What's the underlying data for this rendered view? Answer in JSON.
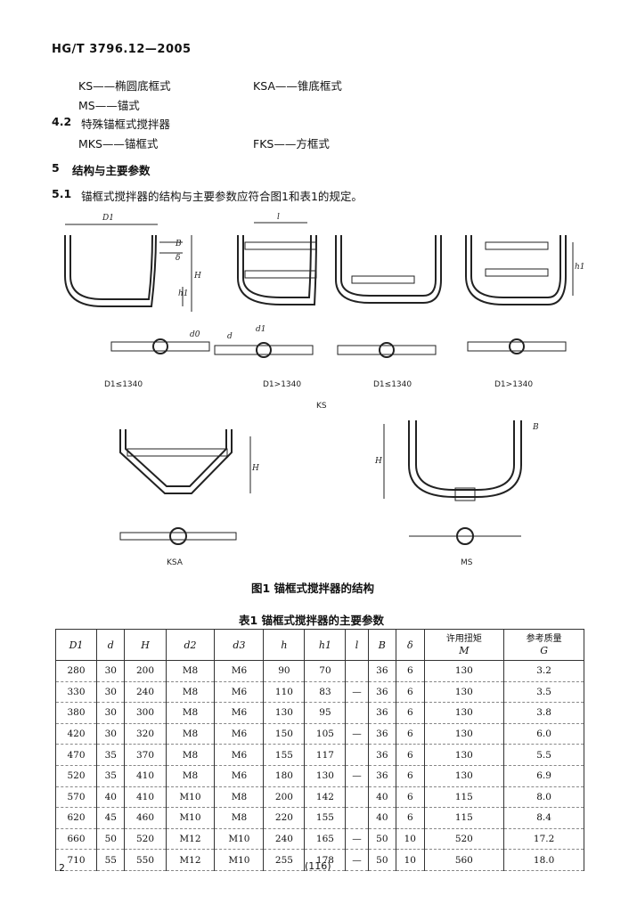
{
  "header": {
    "standard": "HG/T 3796.12—2005"
  },
  "types": {
    "ks": "KS——椭圆底框式",
    "ksa": "KSA——锥底框式",
    "ms": "MS——锚式"
  },
  "section_4_2": {
    "number": "4.2",
    "title": "特殊锚框式搅拌器",
    "mks": "MKS——锚框式",
    "fks": "FKS——方框式"
  },
  "section_5": {
    "number": "5",
    "title": "结构与主要参数"
  },
  "section_5_1": {
    "number": "5.1",
    "text": "锚框式搅拌器的结构与主要参数应符合图1和表1的规定。"
  },
  "figure": {
    "labels": {
      "d1": "D1",
      "l": "l",
      "h": "H",
      "h1": "h1",
      "b": "B",
      "delta": "δ",
      "d": "d",
      "d0": "d0",
      "d1s": "d1"
    },
    "subcaptions": [
      "D1≤1340",
      "D1>1340",
      "D1≤1340",
      "D1>1340"
    ],
    "group_ks": "KS",
    "group_ksa": "KSA",
    "group_ms": "MS",
    "caption": "图1   锚框式搅拌器的结构"
  },
  "table": {
    "caption": "表1   锚框式搅拌器的主要参数",
    "headers": [
      "D1",
      "d",
      "H",
      "d2",
      "d3",
      "h",
      "h1",
      "l",
      "B",
      "δ"
    ],
    "header_torque": {
      "line1": "许用扭矩",
      "line2": "M"
    },
    "header_mass": {
      "line1": "参考质量",
      "line2": "G"
    },
    "rows": [
      [
        "280",
        "30",
        "200",
        "M8",
        "M6",
        "90",
        "70",
        "",
        "36",
        "6",
        "130",
        "3.2"
      ],
      [
        "330",
        "30",
        "240",
        "M8",
        "M6",
        "110",
        "83",
        "—",
        "36",
        "6",
        "130",
        "3.5"
      ],
      [
        "380",
        "30",
        "300",
        "M8",
        "M6",
        "130",
        "95",
        "",
        "36",
        "6",
        "130",
        "3.8"
      ],
      [
        "420",
        "30",
        "320",
        "M8",
        "M6",
        "150",
        "105",
        "—",
        "36",
        "6",
        "130",
        "6.0"
      ],
      [
        "470",
        "35",
        "370",
        "M8",
        "M6",
        "155",
        "117",
        "",
        "36",
        "6",
        "130",
        "5.5"
      ],
      [
        "520",
        "35",
        "410",
        "M8",
        "M6",
        "180",
        "130",
        "—",
        "36",
        "6",
        "130",
        "6.9"
      ],
      [
        "570",
        "40",
        "410",
        "M10",
        "M8",
        "200",
        "142",
        "",
        "40",
        "6",
        "115",
        "8.0"
      ],
      [
        "620",
        "45",
        "460",
        "M10",
        "M8",
        "220",
        "155",
        "",
        "40",
        "6",
        "115",
        "8.4"
      ],
      [
        "660",
        "50",
        "520",
        "M12",
        "M10",
        "240",
        "165",
        "—",
        "50",
        "10",
        "520",
        "17.2"
      ],
      [
        "710",
        "55",
        "550",
        "M12",
        "M10",
        "255",
        "178",
        "—",
        "50",
        "10",
        "560",
        "18.0"
      ]
    ]
  },
  "footer": {
    "page_left": "2",
    "page_center": "(116)"
  }
}
